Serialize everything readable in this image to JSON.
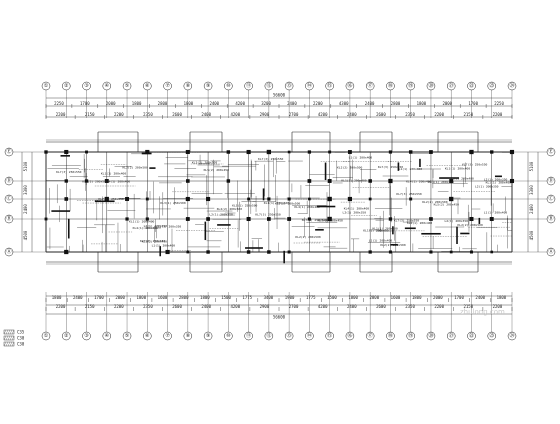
{
  "drawing": {
    "top_axes": [
      "①",
      "②",
      "③",
      "④",
      "⑤",
      "⑥",
      "⑦",
      "⑧",
      "⑨",
      "⑩",
      "⑪",
      "⑫",
      "⑬",
      "⑭",
      "⑮",
      "⑯",
      "⑰",
      "⑱",
      "⑲",
      "⑳",
      "㉑",
      "㉒",
      "㉓",
      "㉔"
    ],
    "left_axes": [
      "Ⓔ",
      "Ⓓ",
      "Ⓒ",
      "Ⓑ",
      "Ⓐ"
    ],
    "top_dims_row1": [
      "2250",
      "1700",
      "2000",
      "1800",
      "2800",
      "1800",
      "2400",
      "4200",
      "3200",
      "2400",
      "2200",
      "4300",
      "2400",
      "2800",
      "1800",
      "2000",
      "1700",
      "2250"
    ],
    "top_dims_row2": [
      "2200",
      "2150",
      "2200",
      "2350",
      "2600",
      "2400",
      "4200",
      "2900",
      "2700",
      "4200",
      "2400",
      "2600",
      "2350",
      "2200",
      "2150",
      "2200"
    ],
    "bottom_dims_row1": [
      "1800",
      "2400",
      "1700",
      "2000",
      "1800",
      "1600",
      "2800",
      "1800",
      "1500",
      "1775",
      "3400",
      "1900",
      "1775",
      "1500",
      "1800",
      "2800",
      "1600",
      "1800",
      "2000",
      "1700",
      "2400",
      "1800"
    ],
    "bottom_dims_row2": [
      "2200",
      "2150",
      "2200",
      "2350",
      "2600",
      "2400",
      "4200",
      "2900",
      "2700",
      "4200",
      "2400",
      "2600",
      "2350",
      "2200",
      "2150",
      "2200"
    ],
    "overall_dim": "56600",
    "left_dims": [
      "5100",
      "3300",
      "2400",
      "4500"
    ],
    "beam_labels": [
      "KL1(1) 200x400",
      "KL2(2) 200x500",
      "KL3(1) 250x500",
      "L1(1) 200x400",
      "KL5(2) 200x450",
      "L2(1) 200x350",
      "KL7(3) 250x550",
      "KL4(1) 200x400"
    ],
    "legend": [
      {
        "swatch": "hatch",
        "text": "C35"
      },
      {
        "swatch": "hatch",
        "text": "C30"
      },
      {
        "swatch": "hatch",
        "text": "C30"
      }
    ],
    "watermark": "zhulong.com"
  }
}
